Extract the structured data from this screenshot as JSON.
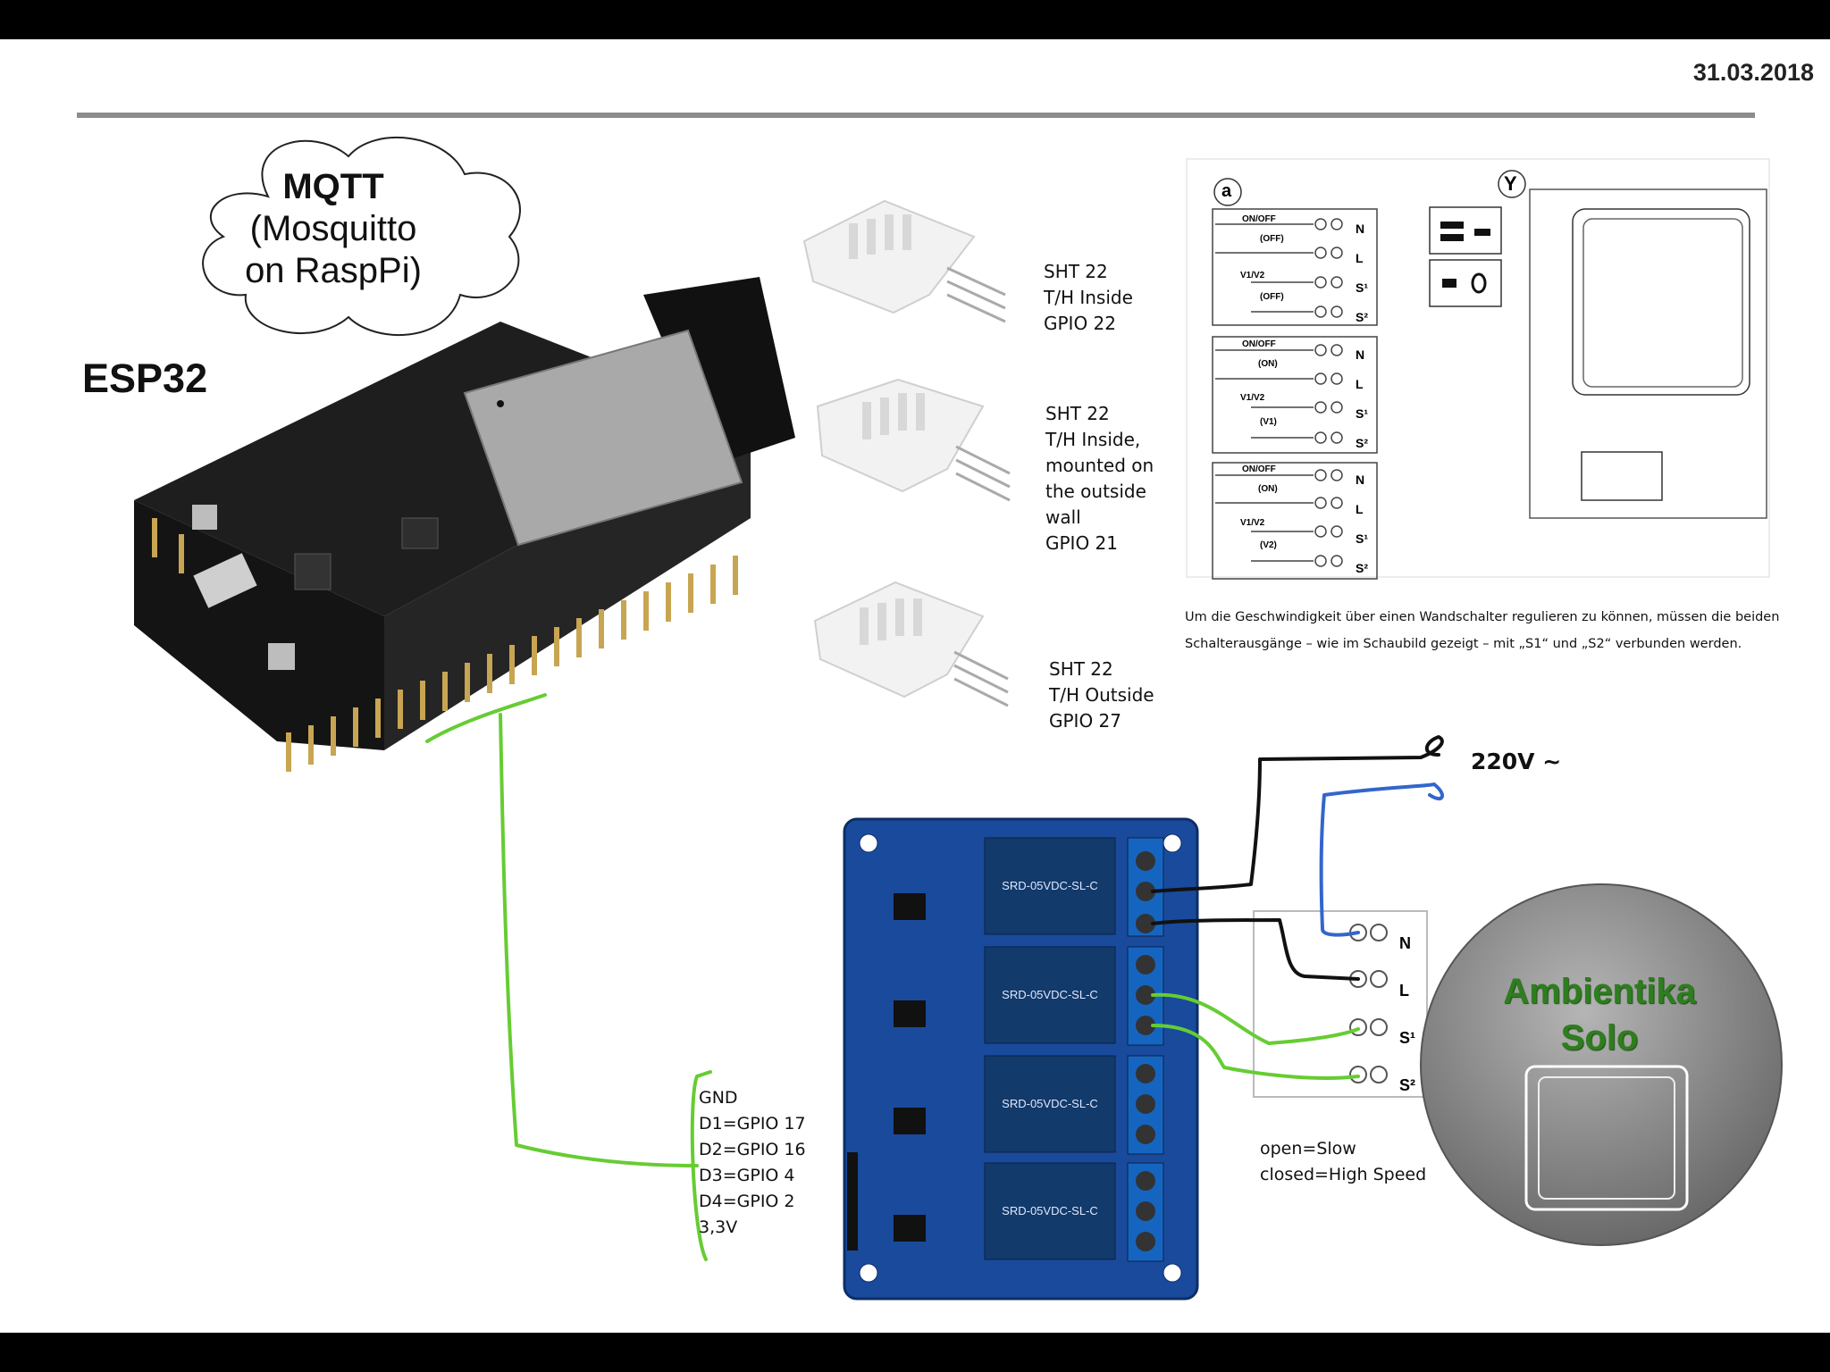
{
  "header": {
    "date": "31.03.2018"
  },
  "esp": {
    "title": "ESP32"
  },
  "cloud": {
    "line1": "MQTT",
    "line2": "(Mosquitto",
    "line3": "on RaspPi)"
  },
  "sensors": [
    {
      "lines": [
        "SHT 22",
        "T/H Inside",
        "GPIO 22"
      ]
    },
    {
      "lines": [
        "SHT 22",
        "T/H Inside,",
        "mounted on",
        "the outside",
        "wall",
        "GPIO 21"
      ]
    },
    {
      "lines": [
        "SHT 22",
        "T/H Outside",
        "GPIO 27"
      ]
    }
  ],
  "manual": {
    "panel_a": "a",
    "panel_y": "Y",
    "caption": "Um die Geschwindigkeit über einen Wandschalter regulieren zu können, müssen die beiden Schalterausgänge – wie im Schaubild gezeigt – mit „S1“ und „S2“ verbunden werden.",
    "switch_labels": [
      "ON/OFF",
      "ON/OFF",
      "ON/OFF"
    ],
    "switch_states": [
      "(OFF)",
      "(ON)",
      "(ON)"
    ],
    "speed_labels": [
      "V1/V2",
      "V1/V2",
      "V1/V2"
    ],
    "speed_states": [
      "(OFF)",
      "(V1)",
      "(V2)"
    ],
    "terminals": [
      "N",
      "L",
      "S¹",
      "S²"
    ]
  },
  "relay_pins": [
    "GND",
    "D1=GPIO 17",
    "D2=GPIO 16",
    "D3=GPIO 4",
    "D4=GPIO 2",
    "3,3V"
  ],
  "mains": {
    "label": "220V ~"
  },
  "terminal_block": {
    "labels": [
      "N",
      "L",
      "S¹",
      "S²"
    ]
  },
  "speed_note": [
    "open=Slow",
    "closed=High Speed"
  ],
  "device": {
    "line1": "Ambientika",
    "line2": "Solo"
  },
  "colors": {
    "wire_green": "#66cc33",
    "wire_blue": "#3366cc",
    "relay_blue": "#123a6b",
    "relay_module": "#1a4a9c",
    "board": "#1e1e1e",
    "device_grey": "#7a7a7a"
  }
}
